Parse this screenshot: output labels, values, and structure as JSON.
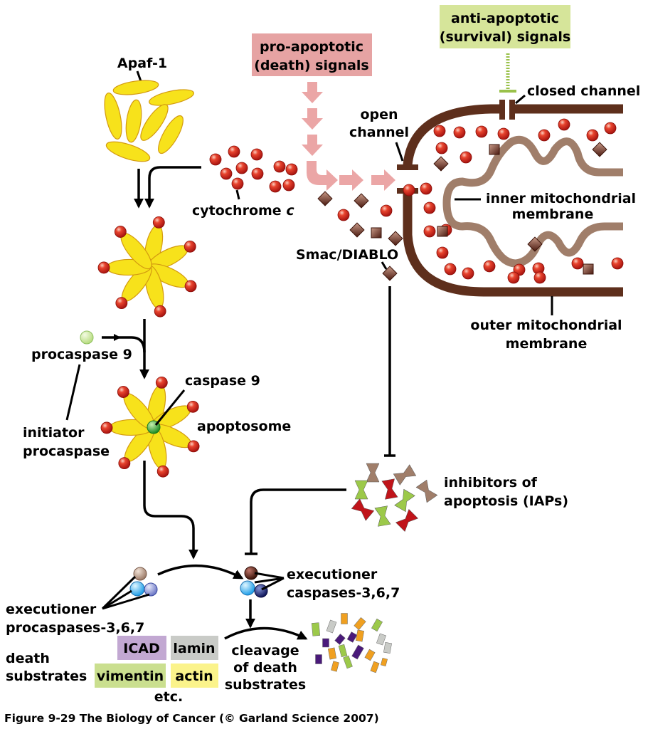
{
  "figure": {
    "caption": "Figure 9-29  The Biology of Cancer (© Garland Science 2007)"
  },
  "colors": {
    "pro_apoptotic_box": "#e6a3a3",
    "pro_apoptotic_arrow": "#eba6a6",
    "anti_apoptotic_box": "#d6e59a",
    "anti_apoptotic_line": "#9ac14a",
    "outer_membrane": "#5e2f1c",
    "inner_membrane": "#a07e6a",
    "cytochrome_c": "#d42a1c",
    "smac": "#6e3a2c",
    "apaf1": "#f7e21b",
    "icad": "#c2a8d2",
    "lamin": "#c9cbc7",
    "vimentin": "#cadf8f",
    "actin": "#fbf38b"
  },
  "signals": {
    "pro_apoptotic": [
      "pro-apoptotic",
      "(death) signals"
    ],
    "anti_apoptotic": [
      "anti-apoptotic",
      "(survival) signals"
    ]
  },
  "labels": {
    "apaf1": "Apaf-1",
    "cytochrome_c": "cytochrome",
    "cytochrome_c_italic": "c",
    "open_channel": [
      "open",
      "channel"
    ],
    "closed_channel": "closed channel",
    "inner_membrane": [
      "inner mitochondrial",
      "membrane"
    ],
    "outer_membrane": [
      "outer mitochondrial",
      "membrane"
    ],
    "smac": "Smac/DIABLO",
    "procaspase9": "procaspase 9",
    "initiator_procaspase": [
      "initiator",
      "procaspase"
    ],
    "caspase9": "caspase 9",
    "apoptosome": "apoptosome",
    "iaps": [
      "inhibitors of",
      "apoptosis (IAPs)"
    ],
    "executioner_procaspases": [
      "executioner",
      "procaspases-3,6,7"
    ],
    "executioner_caspases": [
      "executioner",
      "caspases-3,6,7"
    ],
    "death_substrates": [
      "death",
      "substrates"
    ],
    "cleavage": [
      "cleavage",
      "of death",
      "substrates"
    ],
    "etc": "etc."
  },
  "substrates": [
    {
      "name": "ICAD",
      "color": "#c2a8d2"
    },
    {
      "name": "lamin",
      "color": "#c9cbc7"
    },
    {
      "name": "vimentin",
      "color": "#cadf8f"
    },
    {
      "name": "actin",
      "color": "#fbf38b"
    }
  ]
}
